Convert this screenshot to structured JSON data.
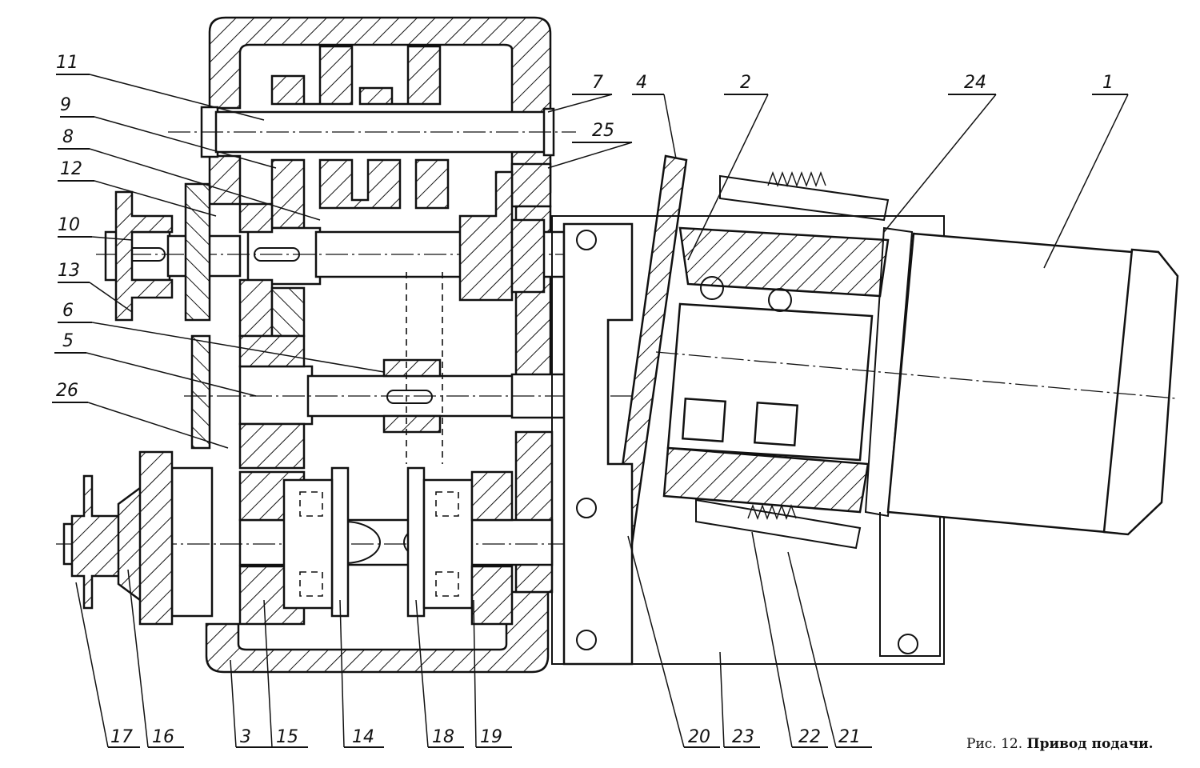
{
  "figure": {
    "caption_prefix": "Рис. 12.",
    "caption_title": "Привод подачи.",
    "subject": "Feed drive assembly — sectional drawing",
    "colors": {
      "ink": "#111111",
      "paper": "#ffffff"
    }
  },
  "callouts": [
    {
      "id": "11",
      "text": "11"
    },
    {
      "id": "9",
      "text": "9"
    },
    {
      "id": "8",
      "text": "8"
    },
    {
      "id": "12",
      "text": "12"
    },
    {
      "id": "10",
      "text": "10"
    },
    {
      "id": "13",
      "text": "13"
    },
    {
      "id": "6",
      "text": "6"
    },
    {
      "id": "5",
      "text": "5"
    },
    {
      "id": "26",
      "text": "26"
    },
    {
      "id": "7",
      "text": "7"
    },
    {
      "id": "4",
      "text": "4"
    },
    {
      "id": "25",
      "text": "25"
    },
    {
      "id": "2",
      "text": "2"
    },
    {
      "id": "24",
      "text": "24"
    },
    {
      "id": "1",
      "text": "1"
    },
    {
      "id": "17",
      "text": "17"
    },
    {
      "id": "16",
      "text": "16"
    },
    {
      "id": "3",
      "text": "3"
    },
    {
      "id": "15",
      "text": "15"
    },
    {
      "id": "14",
      "text": "14"
    },
    {
      "id": "18",
      "text": "18"
    },
    {
      "id": "19",
      "text": "19"
    },
    {
      "id": "20",
      "text": "20"
    },
    {
      "id": "23",
      "text": "23"
    },
    {
      "id": "22",
      "text": "22"
    },
    {
      "id": "21",
      "text": "21"
    }
  ]
}
